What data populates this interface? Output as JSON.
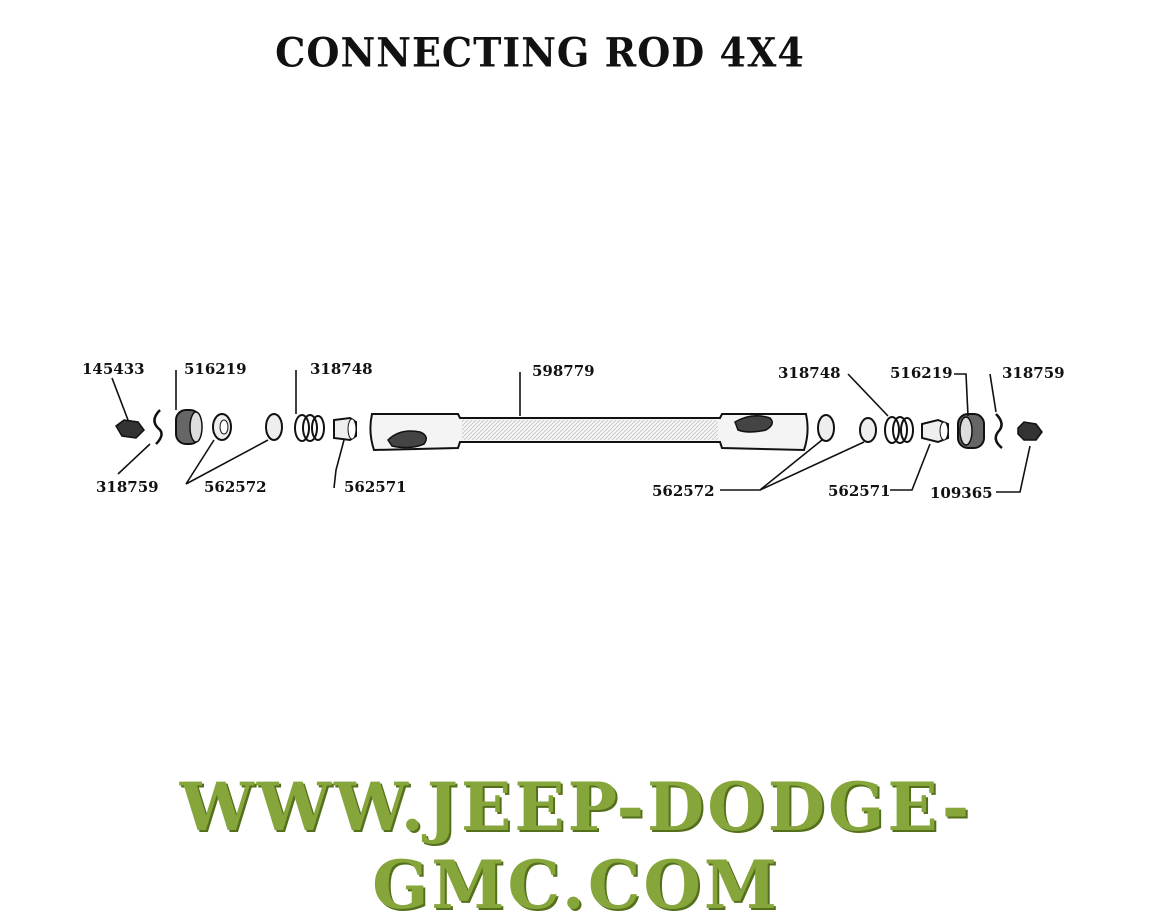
{
  "title": "CONNECTING ROD 4X4",
  "footer": "WWW.JEEP-DODGE-GMC.COM",
  "parts": {
    "nut_left": "145433",
    "cotter_left": "318759",
    "plug_left": "516219",
    "seat_left": "562572",
    "spring_left": "318748",
    "ball_seat_left": "562571",
    "rod": "598779",
    "spring_right": "318748",
    "plug_right": "516219",
    "cotter_right": "318759",
    "seat_right": "562572",
    "ball_seat_right": "562571",
    "nut_right": "109365"
  },
  "colors": {
    "footer": "#86a53a",
    "line": "#111111"
  }
}
